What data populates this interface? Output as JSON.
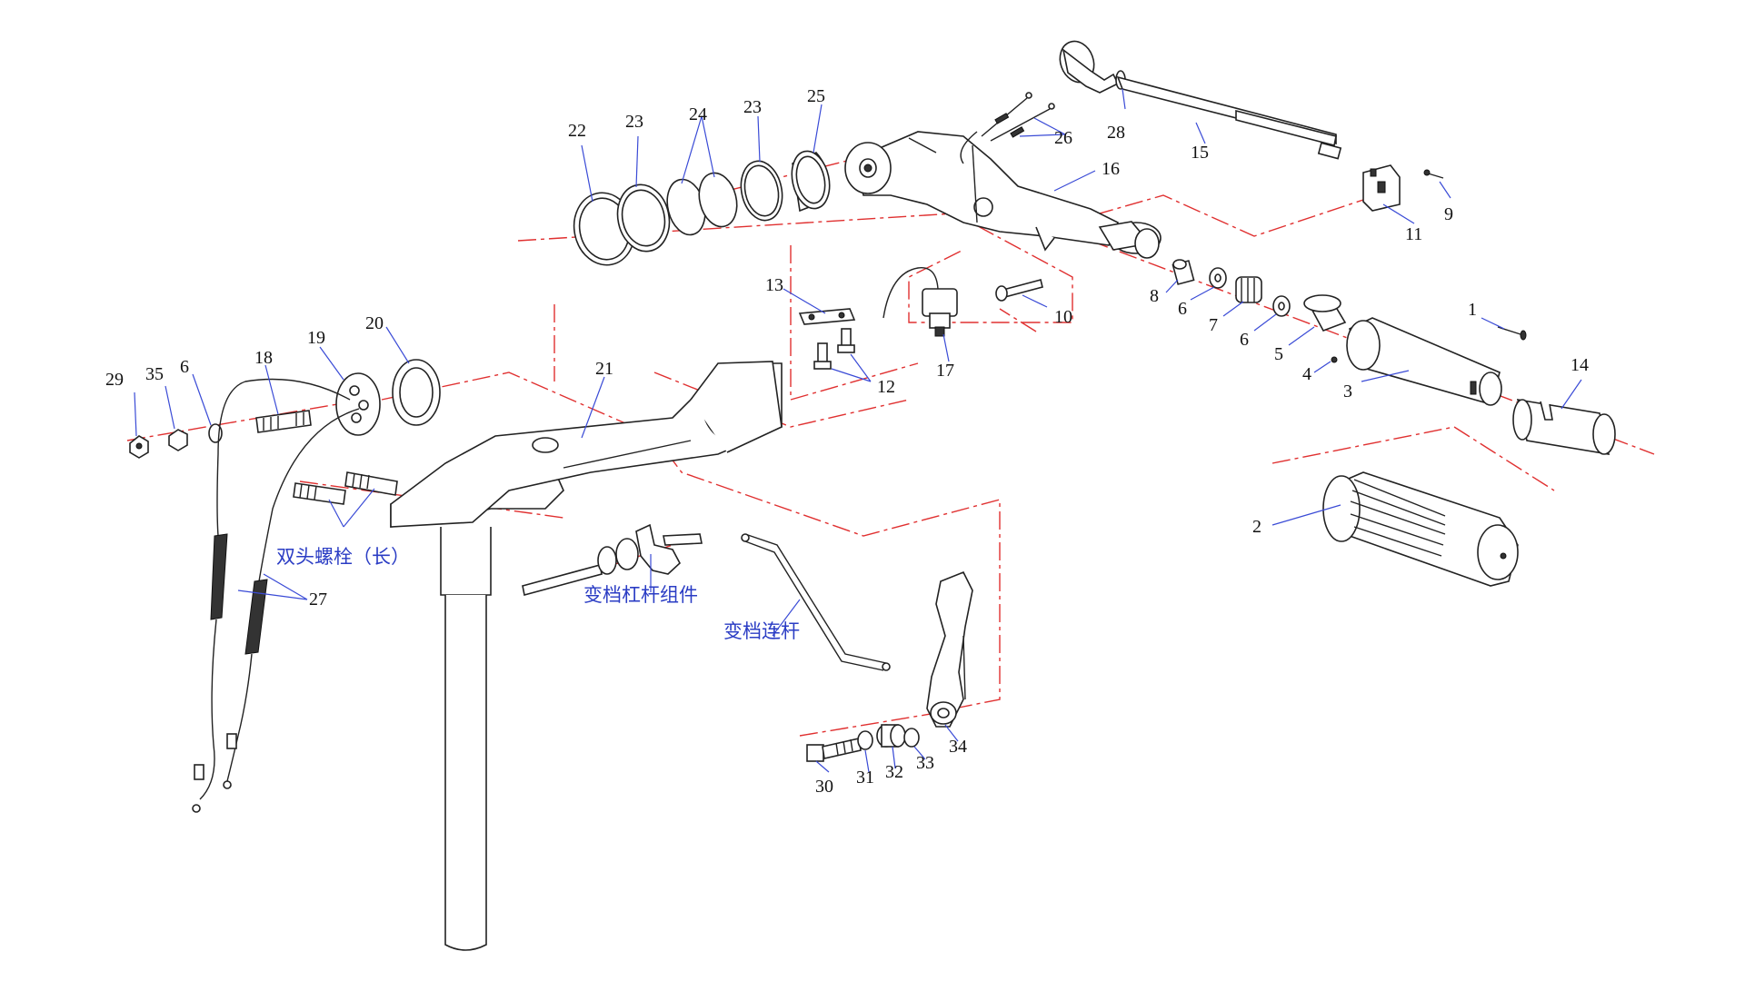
{
  "callouts": {
    "c1": "1",
    "c2": "2",
    "c3": "3",
    "c4": "4",
    "c5": "5",
    "c6a": "6",
    "c6b": "6",
    "c6c": "6",
    "c7": "7",
    "c8": "8",
    "c9": "9",
    "c10": "10",
    "c11": "11",
    "c12": "12",
    "c13": "13",
    "c14": "14",
    "c15": "15",
    "c16": "16",
    "c17": "17",
    "c18": "18",
    "c19": "19",
    "c20": "20",
    "c21": "21",
    "c22": "22",
    "c23a": "23",
    "c23b": "23",
    "c24": "24",
    "c25": "25",
    "c26": "26",
    "c27": "27",
    "c28": "28",
    "c29": "29",
    "c30": "30",
    "c31": "31",
    "c32": "32",
    "c33": "33",
    "c34": "34",
    "c35": "35"
  },
  "labels": {
    "stud_bolt_long": "双头螺栓（长）",
    "shift_lever_assembly": "变档杠杆组件",
    "shift_link": "变档连杆"
  },
  "colors": {
    "axis_line": "#e03030",
    "leader_line": "#3a4bd6",
    "chinese_label": "#2a3cc4"
  }
}
